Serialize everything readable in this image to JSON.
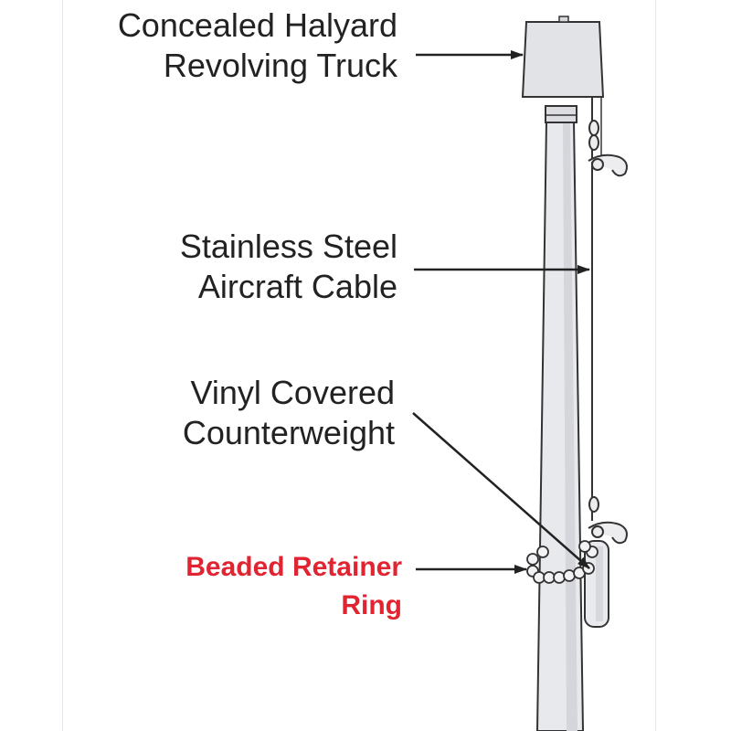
{
  "labels": {
    "truck": "Concealed Halyard\nRevolving Truck",
    "cable": "Stainless Steel\nAircraft Cable",
    "counterweight": "Vinyl Covered\nCounterweight",
    "ring": "Beaded Retainer\nRing"
  },
  "colors": {
    "text": "#222222",
    "highlight": "#e02431",
    "pole_fill": "#e8e9ec",
    "stroke": "#333333"
  }
}
